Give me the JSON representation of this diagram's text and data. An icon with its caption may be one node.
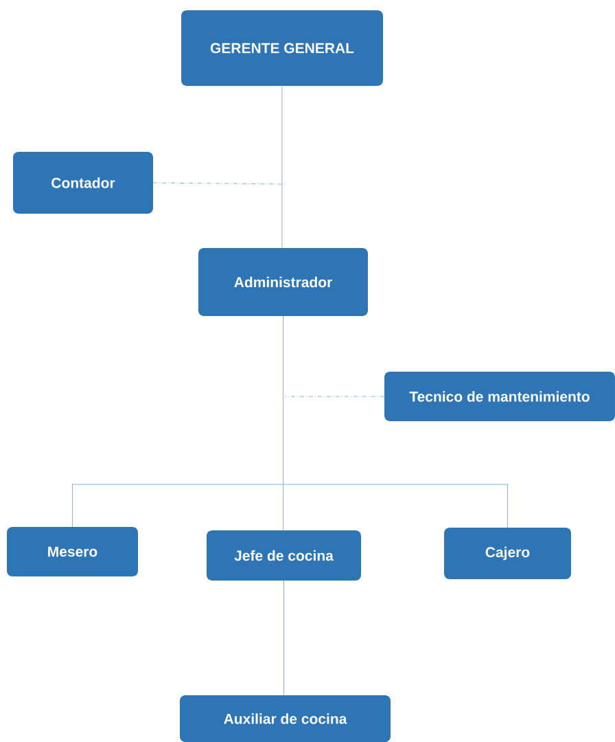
{
  "diagram": {
    "nodes": [
      {
        "text": [
          "GERENTE GENERAL"
        ]
      },
      {
        "text": [
          "Contador"
        ]
      },
      {
        "text": [
          "Administrador"
        ]
      },
      {
        "text": [
          "Tecnico de mantenimiento"
        ]
      },
      {
        "text": [
          "Mesero"
        ]
      },
      {
        "text": [
          "Jefe de cocina"
        ]
      },
      {
        "text": [
          "Cajero"
        ]
      },
      {
        "text": [
          "Auxiliar de cocina"
        ]
      }
    ],
    "edges": [
      {
        "from": 0,
        "to": 2,
        "arrow": "none"
      },
      {
        "from": 1,
        "to": null,
        "arrow": "none",
        "style": "dashed"
      },
      {
        "from": 3,
        "to": null,
        "arrow": "none",
        "style": "dashed"
      },
      {
        "from": 2,
        "to": 4,
        "arrow": "none"
      },
      {
        "from": 2,
        "to": 5,
        "arrow": "none"
      },
      {
        "from": 2,
        "to": 6,
        "arrow": "none"
      },
      {
        "from": 5,
        "to": 7,
        "arrow": "none"
      }
    ]
  }
}
